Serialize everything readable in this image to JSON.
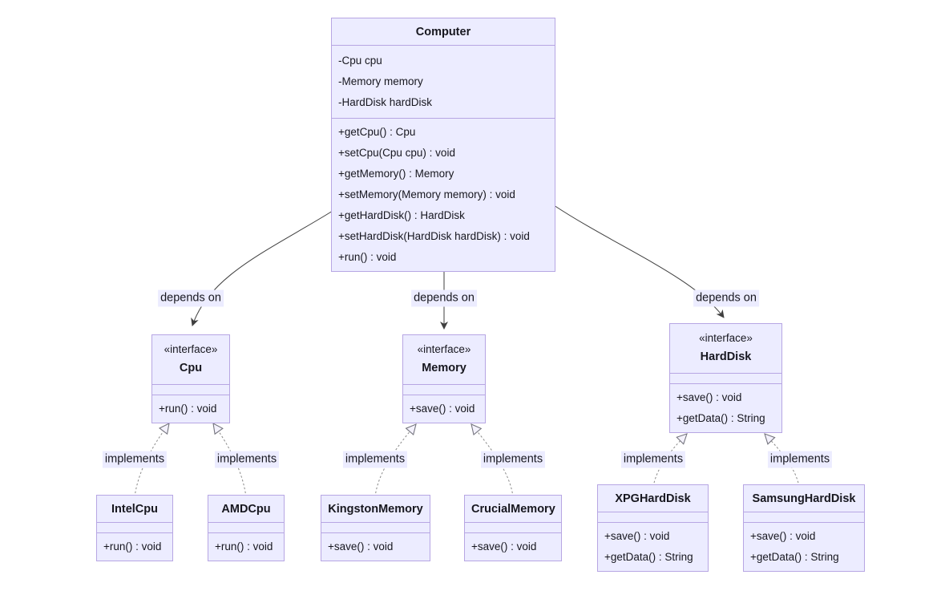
{
  "diagram_type": "uml-class-diagram",
  "colors": {
    "box_fill": "#ECECFF",
    "box_border": "#B7A6E3",
    "dependency_line": "#3F3F3F",
    "realization_line": "#8A8A8A",
    "label_bg": "#ECECFF",
    "text": "#17171F"
  },
  "classes": {
    "computer": {
      "name": "Computer",
      "attributes": [
        "-Cpu cpu",
        "-Memory memory",
        "-HardDisk hardDisk"
      ],
      "methods": [
        "+getCpu() : Cpu",
        "+setCpu(Cpu cpu) : void",
        "+getMemory() : Memory",
        "+setMemory(Memory memory) : void",
        "+getHardDisk() : HardDisk",
        "+setHardDisk(HardDisk hardDisk) : void",
        "+run() : void"
      ]
    },
    "cpu": {
      "stereotype": "«interface»",
      "name": "Cpu",
      "attributes": [],
      "methods": [
        "+run() : void"
      ]
    },
    "memory": {
      "stereotype": "«interface»",
      "name": "Memory",
      "attributes": [],
      "methods": [
        "+save() : void"
      ]
    },
    "harddisk": {
      "stereotype": "«interface»",
      "name": "HardDisk",
      "attributes": [],
      "methods": [
        "+save() : void",
        "+getData() : String"
      ]
    },
    "intelcpu": {
      "name": "IntelCpu",
      "attributes": [],
      "methods": [
        "+run() : void"
      ]
    },
    "amdcpu": {
      "name": "AMDCpu",
      "attributes": [],
      "methods": [
        "+run() : void"
      ]
    },
    "kingstonmemory": {
      "name": "KingstonMemory",
      "attributes": [],
      "methods": [
        "+save() : void"
      ]
    },
    "crucialmemory": {
      "name": "CrucialMemory",
      "attributes": [],
      "methods": [
        "+save() : void"
      ]
    },
    "xpgharddisk": {
      "name": "XPGHardDisk",
      "attributes": [],
      "methods": [
        "+save() : void",
        "+getData() : String"
      ]
    },
    "samsungharddisk": {
      "name": "SamsungHardDisk",
      "attributes": [],
      "methods": [
        "+save() : void",
        "+getData() : String"
      ]
    }
  },
  "edges": [
    {
      "from": "Computer",
      "to": "Cpu",
      "type": "dependency",
      "label": "depends on"
    },
    {
      "from": "Computer",
      "to": "Memory",
      "type": "dependency",
      "label": "depends on"
    },
    {
      "from": "Computer",
      "to": "HardDisk",
      "type": "dependency",
      "label": "depends on"
    },
    {
      "from": "IntelCpu",
      "to": "Cpu",
      "type": "realization",
      "label": "implements"
    },
    {
      "from": "AMDCpu",
      "to": "Cpu",
      "type": "realization",
      "label": "implements"
    },
    {
      "from": "KingstonMemory",
      "to": "Memory",
      "type": "realization",
      "label": "implements"
    },
    {
      "from": "CrucialMemory",
      "to": "Memory",
      "type": "realization",
      "label": "implements"
    },
    {
      "from": "XPGHardDisk",
      "to": "HardDisk",
      "type": "realization",
      "label": "implements"
    },
    {
      "from": "SamsungHardDisk",
      "to": "HardDisk",
      "type": "realization",
      "label": "implements"
    }
  ]
}
